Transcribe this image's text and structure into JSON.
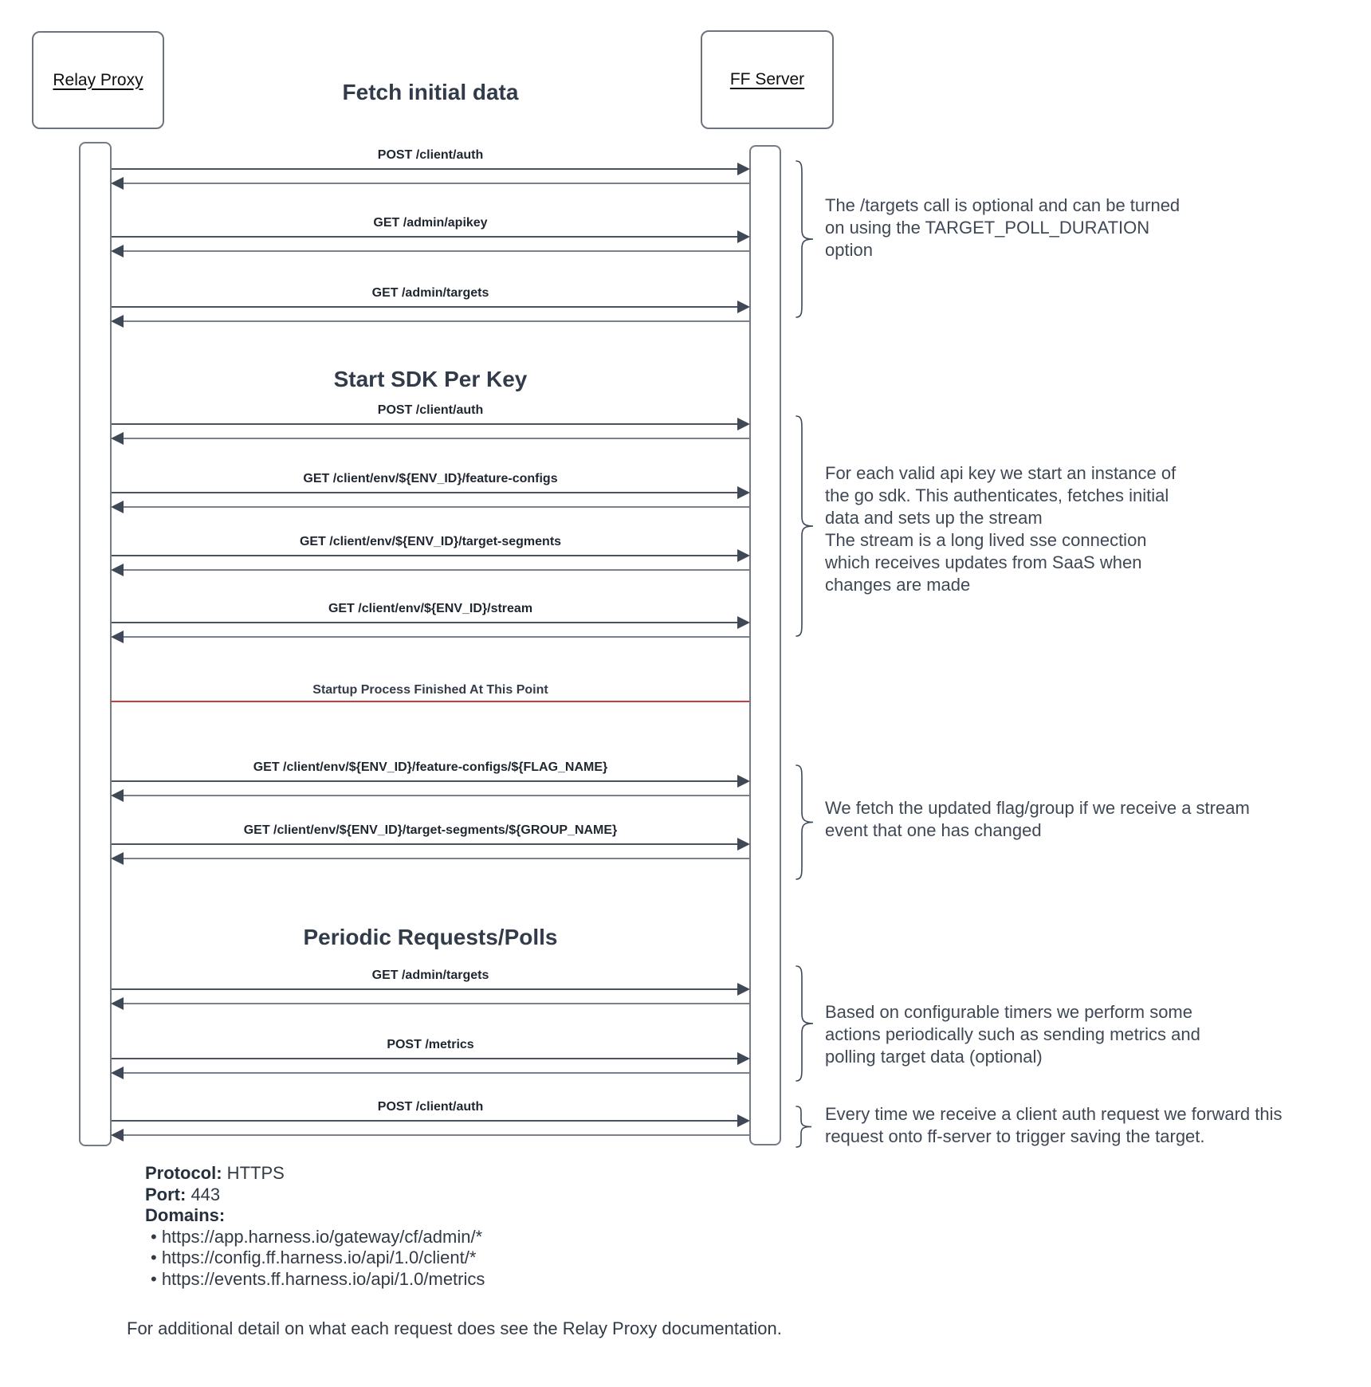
{
  "actors": [
    {
      "name": "Relay Proxy"
    },
    {
      "name": "FF Server"
    }
  ],
  "headings": {
    "fetch_initial_data": "Fetch initial data",
    "start_sdk_per_key": "Start SDK Per Key",
    "periodic_requests": "Periodic Requests/Polls"
  },
  "divider": {
    "label": "Startup Process Finished At This Point",
    "color": "#c93a3a"
  },
  "messages": [
    {
      "label": "POST /client/auth"
    },
    {
      "label": "GET /admin/apikey"
    },
    {
      "label": "GET /admin/targets"
    },
    {
      "label": "POST /client/auth"
    },
    {
      "label": "GET /client/env/${ENV_ID}/feature-configs"
    },
    {
      "label": "GET /client/env/${ENV_ID}/target-segments"
    },
    {
      "label": "GET /client/env/${ENV_ID}/stream"
    },
    {
      "label": "GET /client/env/${ENV_ID}/feature-configs/${FLAG_NAME}"
    },
    {
      "label": "GET /client/env/${ENV_ID}/target-segments/${GROUP_NAME}"
    },
    {
      "label": "GET /admin/targets"
    },
    {
      "label": "POST /metrics"
    },
    {
      "label": "POST /client/auth"
    }
  ],
  "annotations": [
    "The /targets call is optional and can be turned\non using the TARGET_POLL_DURATION\noption",
    "For each valid api key we start an instance of\nthe go sdk. This authenticates, fetches initial\ndata and sets up the stream\nThe stream is a long lived sse connection\nwhich receives updates from SaaS when\nchanges are made",
    "We fetch the updated flag/group if we receive a stream\nevent that one has changed",
    "Based on configurable timers we perform some\nactions periodically such as sending metrics and\npolling target data (optional)",
    "Every time we receive a client auth request we forward this\nrequest onto ff-server to trigger saving the target."
  ],
  "footer": {
    "protocol_label": "Protocol:",
    "protocol_value": " HTTPS",
    "port_label": "Port:",
    "port_value": " 443",
    "domains_label": "Domains:",
    "bullets": [
      "• https://app.harness.io/gateway/cf/admin/*",
      "• https://config.ff.harness.io/api/1.0/client/*",
      "• https://events.ff.harness.io/api/1.0/metrics"
    ],
    "note": "For additional detail on what each request does see the Relay Proxy documentation."
  }
}
